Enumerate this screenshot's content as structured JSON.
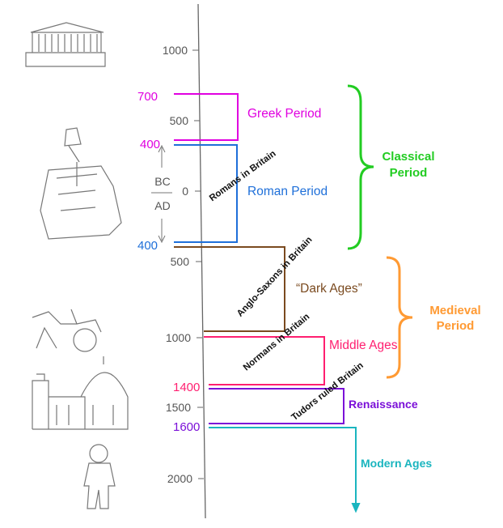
{
  "axis": {
    "ticks": [
      "1000",
      "500",
      "0",
      "500",
      "1000",
      "1500",
      "2000"
    ],
    "bc_label": "BC",
    "ad_label": "AD"
  },
  "periods": [
    {
      "name": "Greek Period",
      "start": "700",
      "end": "400",
      "color": "#e000e0"
    },
    {
      "name": "Roman Period",
      "start": "400",
      "end": "400",
      "color": "#1e6fd9"
    },
    {
      "name": "“Dark Ages”",
      "color": "#7a4a1f"
    },
    {
      "name": "Middle Ages",
      "end": "1400",
      "color": "#ff1f70"
    },
    {
      "name": "Renaissance",
      "end": "1600",
      "color": "#7b10d8"
    },
    {
      "name": "Modern Ages",
      "color": "#1ab5bf"
    }
  ],
  "rulers": [
    "Romans in Britain",
    "Anglo-Saxons in Britain",
    "Normans in Britain",
    "Tudors ruled Britain"
  ],
  "groups": [
    {
      "line1": "Classical",
      "line2": "Period",
      "color": "#22cc22"
    },
    {
      "line1": "Medieval",
      "line2": "Period",
      "color": "#ff9a33"
    }
  ],
  "illustrations": [
    "parthenon-sketch",
    "roman-soldier-sketch",
    "chariot-sketch",
    "cathedral-sketch",
    "astronaut-sketch"
  ]
}
